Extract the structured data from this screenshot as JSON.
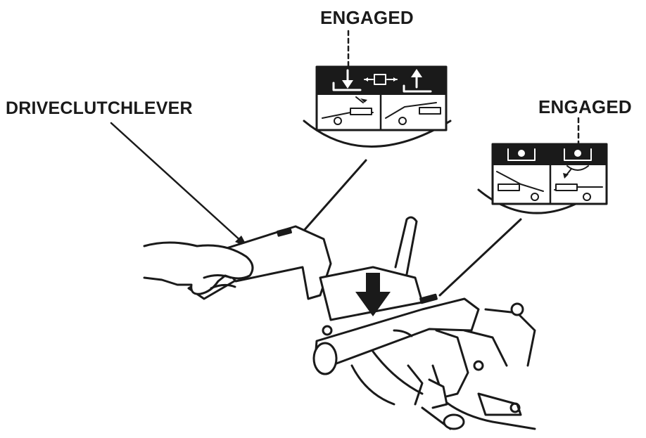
{
  "labels": {
    "engaged_top": "ENGAGED",
    "engaged_right": "ENGAGED",
    "lever": "DRIVECLUTCHLEVER"
  },
  "colors": {
    "ink": "#1a1a1a",
    "paper": "#ffffff"
  },
  "icons": {
    "decal_left": [
      "arrow-down-icon",
      "transmission-icon",
      "arrow-up-icon",
      "lever-pressed-icon",
      "lever-released-icon"
    ],
    "decal_right": [
      "auger-stop-icon",
      "auger-rotate-icon",
      "lever-released-icon",
      "lever-pressed-icon"
    ]
  }
}
